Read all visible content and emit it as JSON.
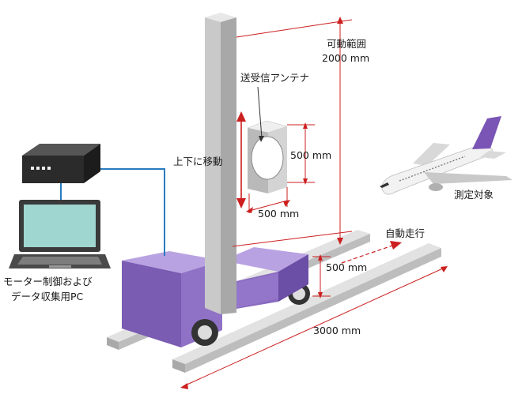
{
  "labels": {
    "movable_range_title": "可動範囲",
    "movable_range_value": "2000 mm",
    "antenna": "送受信アンテナ",
    "antenna_height": "500 mm",
    "antenna_width": "500 mm",
    "vertical_move": "上下に移動",
    "target": "測定対象",
    "auto_travel": "自動走行",
    "rail_height": "500 mm",
    "rail_length": "3000 mm",
    "pc_line1": "モーター制御および",
    "pc_line2": "データ収集用PC"
  },
  "colors": {
    "dimension_line": "#cc1f1f",
    "cart_purple": "#8a6bc0",
    "cable_blue": "#2a7bbf",
    "rail_gray": "#bdbdbd",
    "screen_teal": "#9fd6cf",
    "aircraft_tail": "#7a55b5"
  }
}
